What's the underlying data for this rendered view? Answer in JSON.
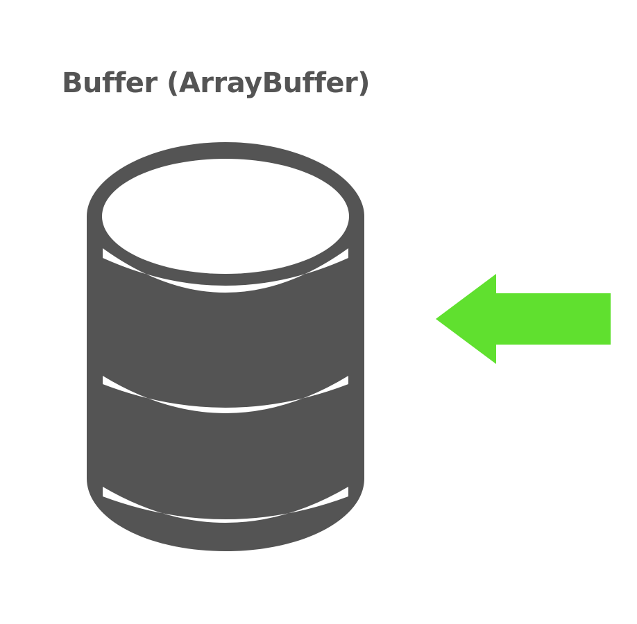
{
  "diagram": {
    "title": "Buffer (ArrayBuffer)",
    "nodes": [
      {
        "id": "buffer",
        "icon": "database-cylinder-icon",
        "color": "#545454"
      }
    ],
    "arrows": [
      {
        "id": "incoming",
        "direction": "left",
        "target": "buffer",
        "color": "#60e02f"
      }
    ]
  }
}
